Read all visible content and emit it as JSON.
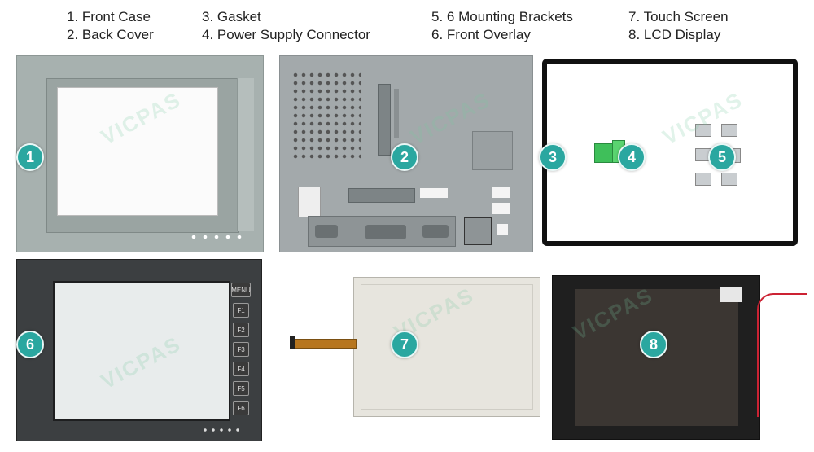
{
  "legend": {
    "col1": [
      "1. Front Case",
      "2. Back Cover"
    ],
    "col2": [
      "3. Gasket",
      "4. Power Supply Connector"
    ],
    "col3": [
      "5. 6 Mounting Brackets",
      "6. Front Overlay"
    ],
    "col4": [
      "7. Touch Screen",
      "8. LCD Display"
    ]
  },
  "badges": [
    "1",
    "2",
    "3",
    "4",
    "5",
    "6",
    "7",
    "8"
  ],
  "overlay_keys": [
    "MENU",
    "F1",
    "F2",
    "F3",
    "F4",
    "F5",
    "F6"
  ],
  "watermark": "VICPAS",
  "colors": {
    "badge": "#2aa7a0",
    "case": "#a9b3b1",
    "overlay": "#3c3f41",
    "connector": "#3fbf5a"
  }
}
